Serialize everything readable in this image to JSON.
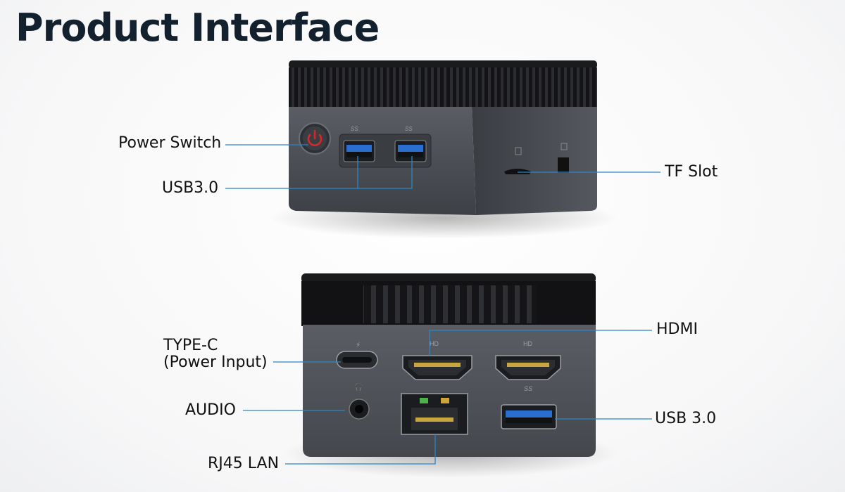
{
  "title": "Product Interface",
  "labels": {
    "power_switch": "Power Switch",
    "usb30_front": "USB3.0",
    "tf_slot": "TF Slot",
    "type_c_line1": "TYPE-C",
    "type_c_line2": "(Power Input)",
    "audio": "AUDIO",
    "rj45": "RJ45 LAN",
    "hdmi": "HDMI",
    "usb30_rear": "USB 3.0"
  },
  "colors": {
    "line": "#2a86c8",
    "body": "#4b4f55",
    "power_led": "#d8262b",
    "usb_blue": "#2a6fcf"
  }
}
